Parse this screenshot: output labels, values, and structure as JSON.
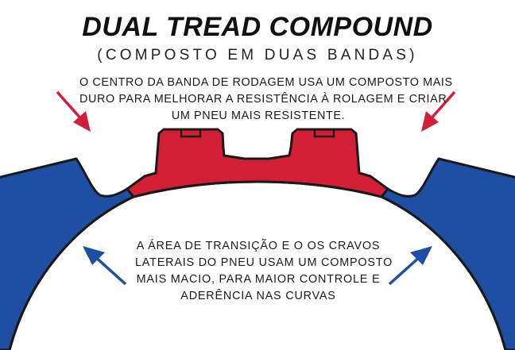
{
  "title": "DUAL TREAD COMPOUND",
  "subtitle": "(COMPOSTO EM DUAS BANDAS)",
  "center_compound_text": [
    "O CENTRO DA BANDA DE RODAGEM USA UM COMPOSTO MAIS",
    "DURO PARA MELHORAR A RESISTÊNCIA À ROLAGEM E CRIAR",
    "UM PNEU MAIS RESISTENTE."
  ],
  "side_compound_text": [
    "A ÁREA DE TRANSIÇÃO E O OS CRAVOS",
    "LATERAIS DO PNEU USAM UM COMPOSTO",
    "MAIS MACIO, PARA MAIOR CONTROLE E",
    "ADERÊNCIA NAS CURVAS"
  ],
  "colors": {
    "center_compound": "#d21f35",
    "side_compound": "#1e4fa3",
    "outline": "#1a1a1a",
    "red_arrow": "#d21f35",
    "blue_arrow": "#1e4fa3"
  }
}
